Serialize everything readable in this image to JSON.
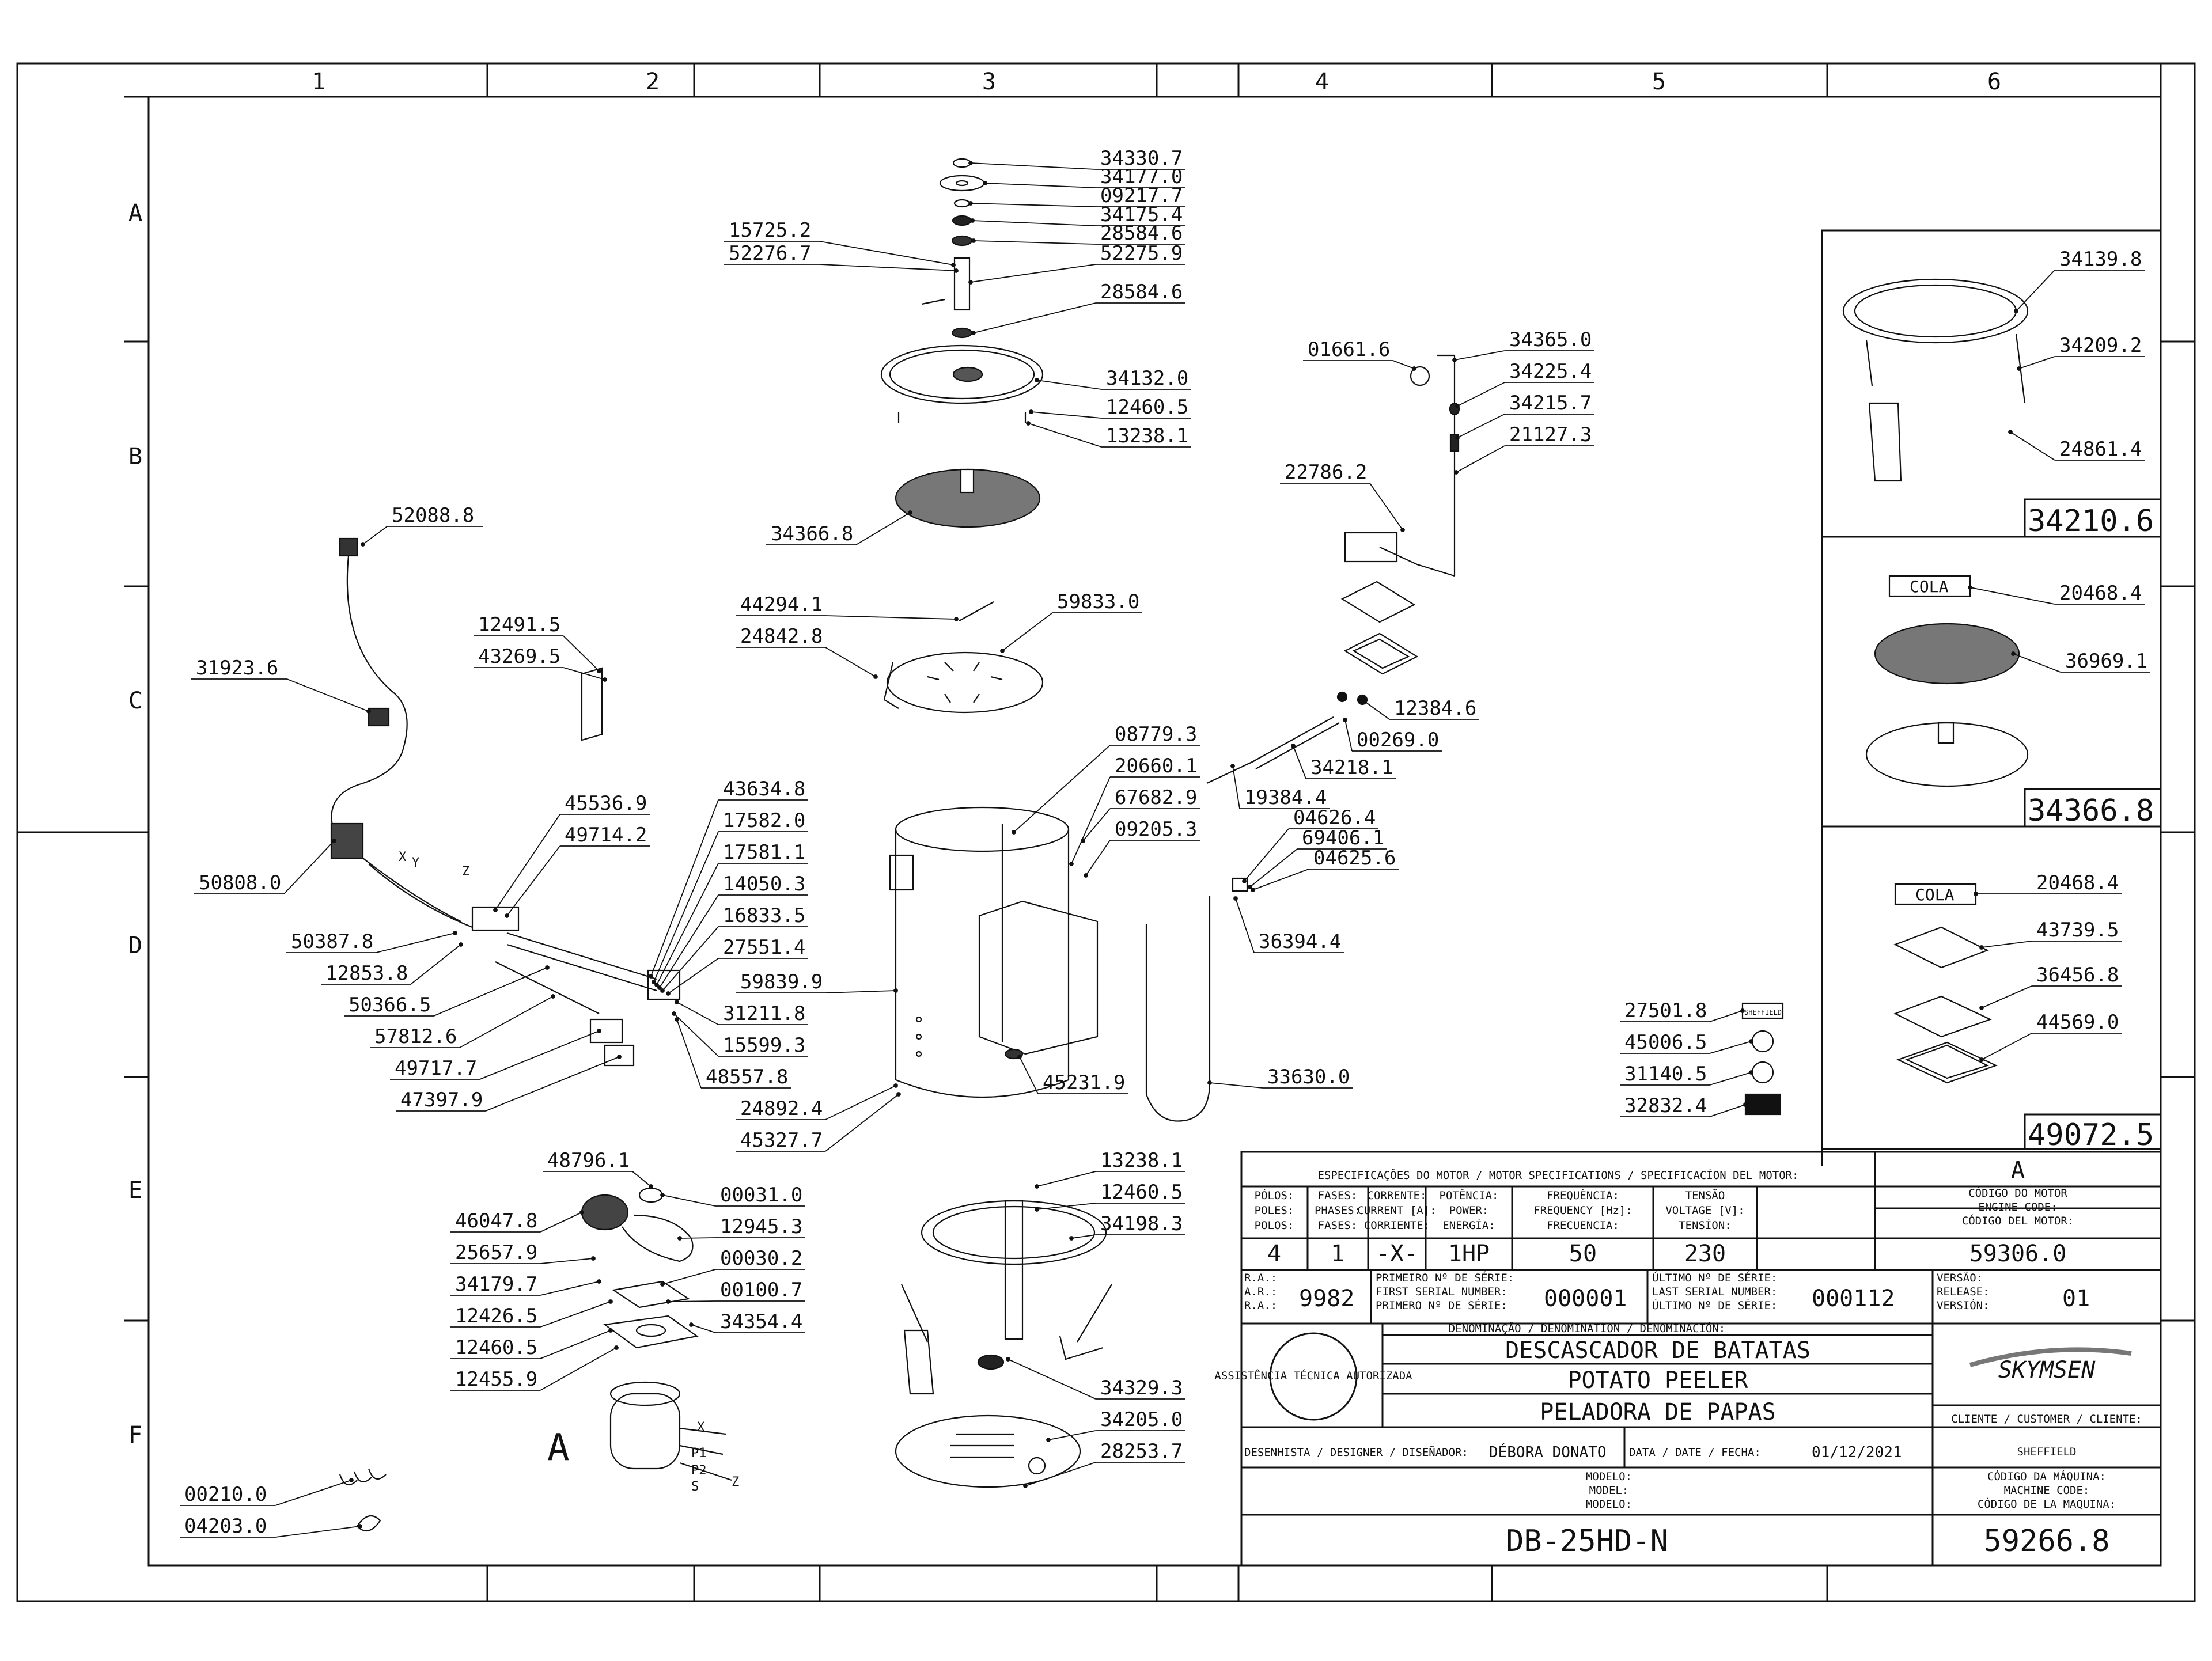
{
  "grid": {
    "columns": [
      "1",
      "2",
      "3",
      "4",
      "5",
      "6"
    ],
    "rows": [
      "A",
      "B",
      "C",
      "D",
      "E",
      "F"
    ]
  },
  "callouts": [
    {
      "id": "c1",
      "text": "34330.7"
    },
    {
      "id": "c2",
      "text": "34177.0"
    },
    {
      "id": "c3",
      "text": "09217.7"
    },
    {
      "id": "c4",
      "text": "34175.4"
    },
    {
      "id": "c5",
      "text": "28584.6"
    },
    {
      "id": "c6",
      "text": "15725.2"
    },
    {
      "id": "c7",
      "text": "52276.7"
    },
    {
      "id": "c8",
      "text": "52275.9"
    },
    {
      "id": "c9",
      "text": "28584.6"
    },
    {
      "id": "c10",
      "text": "34132.0"
    },
    {
      "id": "c11",
      "text": "12460.5"
    },
    {
      "id": "c12",
      "text": "13238.1"
    },
    {
      "id": "c13",
      "text": "34366.8"
    },
    {
      "id": "c14",
      "text": "44294.1"
    },
    {
      "id": "c15",
      "text": "59833.0"
    },
    {
      "id": "c16",
      "text": "24842.8"
    },
    {
      "id": "c17",
      "text": "01661.6"
    },
    {
      "id": "c18",
      "text": "34365.0"
    },
    {
      "id": "c19",
      "text": "34225.4"
    },
    {
      "id": "c20",
      "text": "34215.7"
    },
    {
      "id": "c21",
      "text": "21127.3"
    },
    {
      "id": "c22",
      "text": "22786.2"
    },
    {
      "id": "c23",
      "text": "12384.6"
    },
    {
      "id": "c24",
      "text": "00269.0"
    },
    {
      "id": "c25",
      "text": "34218.1"
    },
    {
      "id": "c26",
      "text": "19384.4"
    },
    {
      "id": "c27",
      "text": "04626.4"
    },
    {
      "id": "c28",
      "text": "69406.1"
    },
    {
      "id": "c29",
      "text": "04625.6"
    },
    {
      "id": "c30",
      "text": "36394.4"
    },
    {
      "id": "c31",
      "text": "33630.0"
    },
    {
      "id": "c32",
      "text": "52088.8"
    },
    {
      "id": "c33",
      "text": "31923.6"
    },
    {
      "id": "c34",
      "text": "12491.5"
    },
    {
      "id": "c35",
      "text": "43269.5"
    },
    {
      "id": "c36",
      "text": "45536.9"
    },
    {
      "id": "c37",
      "text": "49714.2"
    },
    {
      "id": "c38",
      "text": "50808.0"
    },
    {
      "id": "c39",
      "text": "50387.8"
    },
    {
      "id": "c40",
      "text": "12853.8"
    },
    {
      "id": "c41",
      "text": "50366.5"
    },
    {
      "id": "c42",
      "text": "57812.6"
    },
    {
      "id": "c43",
      "text": "49717.7"
    },
    {
      "id": "c44",
      "text": "47397.9"
    },
    {
      "id": "c45",
      "text": "43634.8"
    },
    {
      "id": "c46",
      "text": "17582.0"
    },
    {
      "id": "c47",
      "text": "17581.1"
    },
    {
      "id": "c48",
      "text": "14050.3"
    },
    {
      "id": "c49",
      "text": "16833.5"
    },
    {
      "id": "c50",
      "text": "27551.4"
    },
    {
      "id": "c51",
      "text": "59839.9"
    },
    {
      "id": "c52",
      "text": "31211.8"
    },
    {
      "id": "c53",
      "text": "15599.3"
    },
    {
      "id": "c54",
      "text": "48557.8"
    },
    {
      "id": "c55",
      "text": "24892.4"
    },
    {
      "id": "c56",
      "text": "45327.7"
    },
    {
      "id": "c57",
      "text": "45231.9"
    },
    {
      "id": "c58",
      "text": "08779.3"
    },
    {
      "id": "c59",
      "text": "20660.1"
    },
    {
      "id": "c60",
      "text": "67682.9"
    },
    {
      "id": "c61",
      "text": "09205.3"
    },
    {
      "id": "c62",
      "text": "27501.8"
    },
    {
      "id": "c63",
      "text": "45006.5"
    },
    {
      "id": "c64",
      "text": "31140.5"
    },
    {
      "id": "c65",
      "text": "32832.4"
    },
    {
      "id": "c66",
      "text": "48796.1"
    },
    {
      "id": "c67",
      "text": "00031.0"
    },
    {
      "id": "c68",
      "text": "46047.8"
    },
    {
      "id": "c69",
      "text": "12945.3"
    },
    {
      "id": "c70",
      "text": "25657.9"
    },
    {
      "id": "c71",
      "text": "00030.2"
    },
    {
      "id": "c72",
      "text": "34179.7"
    },
    {
      "id": "c73",
      "text": "00100.7"
    },
    {
      "id": "c74",
      "text": "12426.5"
    },
    {
      "id": "c75",
      "text": "34354.4"
    },
    {
      "id": "c76",
      "text": "12460.5"
    },
    {
      "id": "c77",
      "text": "12455.9"
    },
    {
      "id": "c78",
      "text": "00210.0"
    },
    {
      "id": "c79",
      "text": "04203.0"
    },
    {
      "id": "c80",
      "text": "13238.1"
    },
    {
      "id": "c81",
      "text": "12460.5"
    },
    {
      "id": "c82",
      "text": "34198.3"
    },
    {
      "id": "c83",
      "text": "34329.3"
    },
    {
      "id": "c84",
      "text": "34205.0"
    },
    {
      "id": "c85",
      "text": "28253.7"
    },
    {
      "id": "c86",
      "text": "34139.8"
    },
    {
      "id": "c87",
      "text": "34209.2"
    },
    {
      "id": "c88",
      "text": "24861.4"
    },
    {
      "id": "c89",
      "text": "20468.4"
    },
    {
      "id": "c90",
      "text": "36969.1"
    },
    {
      "id": "c91",
      "text": "20468.4"
    },
    {
      "id": "c92",
      "text": "43739.5"
    },
    {
      "id": "c93",
      "text": "36456.8"
    },
    {
      "id": "c94",
      "text": "44569.0"
    }
  ],
  "marks": {
    "A_label": "A",
    "x_label": "X",
    "y_label": "Y",
    "z_label": "Z",
    "z2": "Z",
    "p1": "P1",
    "p2": "P2",
    "s": "S",
    "sheffield_mini": "SHEFFIELD"
  },
  "insets": {
    "frame_code": "34210.6",
    "disc_code": "34366.8",
    "cola1": "COLA",
    "tray_code": "49072.5",
    "cola2": "COLA"
  },
  "title_block": {
    "motor_spec_header": "ESPECIFICAÇÕES DO MOTOR / MOTOR SPECIFICATIONS / SPECIFICACÍON DEL MOTOR:",
    "spec_headers": [
      [
        "PÓLOS:",
        "POLES:",
        "POLOS:"
      ],
      [
        "FASES:",
        "PHASES:",
        "FASES:"
      ],
      [
        "CORRENTE:",
        "CURRENT [A]:",
        "CORRIENTE:"
      ],
      [
        "POTÊNCIA:",
        "POWER:",
        "ENERGÍA:"
      ],
      [
        "FREQUÊNCIA:",
        "FREQUENCY [Hz]:",
        "FRECUENCIA:"
      ],
      [
        "TENSÃO",
        "VOLTAGE [V]:",
        "TENSÍON:"
      ]
    ],
    "spec_values": [
      "4",
      "1",
      "-X-",
      "1HP",
      "50",
      "230"
    ],
    "motor_letter": "A",
    "engine_code_lines": [
      "CÓDIGO DO MOTOR",
      "ENGINE CODE:",
      "CÓDIGO DEL MOTOR:"
    ],
    "engine_code": "59306.0",
    "ra_lines": [
      "R.A.:",
      "A.R.:",
      "R.A.:"
    ],
    "ra_value": "9982",
    "first_serial_lines": [
      "PRIMEIRO Nº DE SÉRIE:",
      "FIRST SERIAL NUMBER:",
      "PRIMERO Nº DE SÉRIE:"
    ],
    "first_serial": "000001",
    "last_serial_lines": [
      "ÚLTIMO Nº DE SÉRIE:",
      "LAST SERIAL NUMBER:",
      "ÚLTIMO Nº DE SÉRIE:"
    ],
    "last_serial": "000112",
    "version_lines": [
      "VERSÃO:",
      "RELEASE:",
      "VERSIÓN:"
    ],
    "version": "01",
    "denomination_header": "DENOMINAÇÃO / DENOMINATION / DENOMINACIÓN:",
    "names": [
      "DESCASCADOR DE BATATAS",
      "POTATO PEELER",
      "PELADORA DE PAPAS"
    ],
    "seal_text": "ASSISTÊNCIA TÉCNICA AUTORIZADA",
    "brand": "SKYMSEN",
    "client_header": "CLIENTE / CUSTOMER / CLIENTE:",
    "client": "SHEFFIELD",
    "designer_label": "DESENHISTA / DESIGNER / DISEÑADOR:",
    "designer": "DÉBORA DONATO",
    "date_label": "DATA / DATE / FECHA:",
    "date": "01/12/2021",
    "model_lines": [
      "MODELO:",
      "MODEL:",
      "MODELO:"
    ],
    "machine_code_lines": [
      "CÓDIGO DA MÁQUINA:",
      "MACHINE CODE:",
      "CÓDIGO DE LA MAQUINA:"
    ],
    "model": "DB-25HD-N",
    "machine_code": "59266.8"
  }
}
